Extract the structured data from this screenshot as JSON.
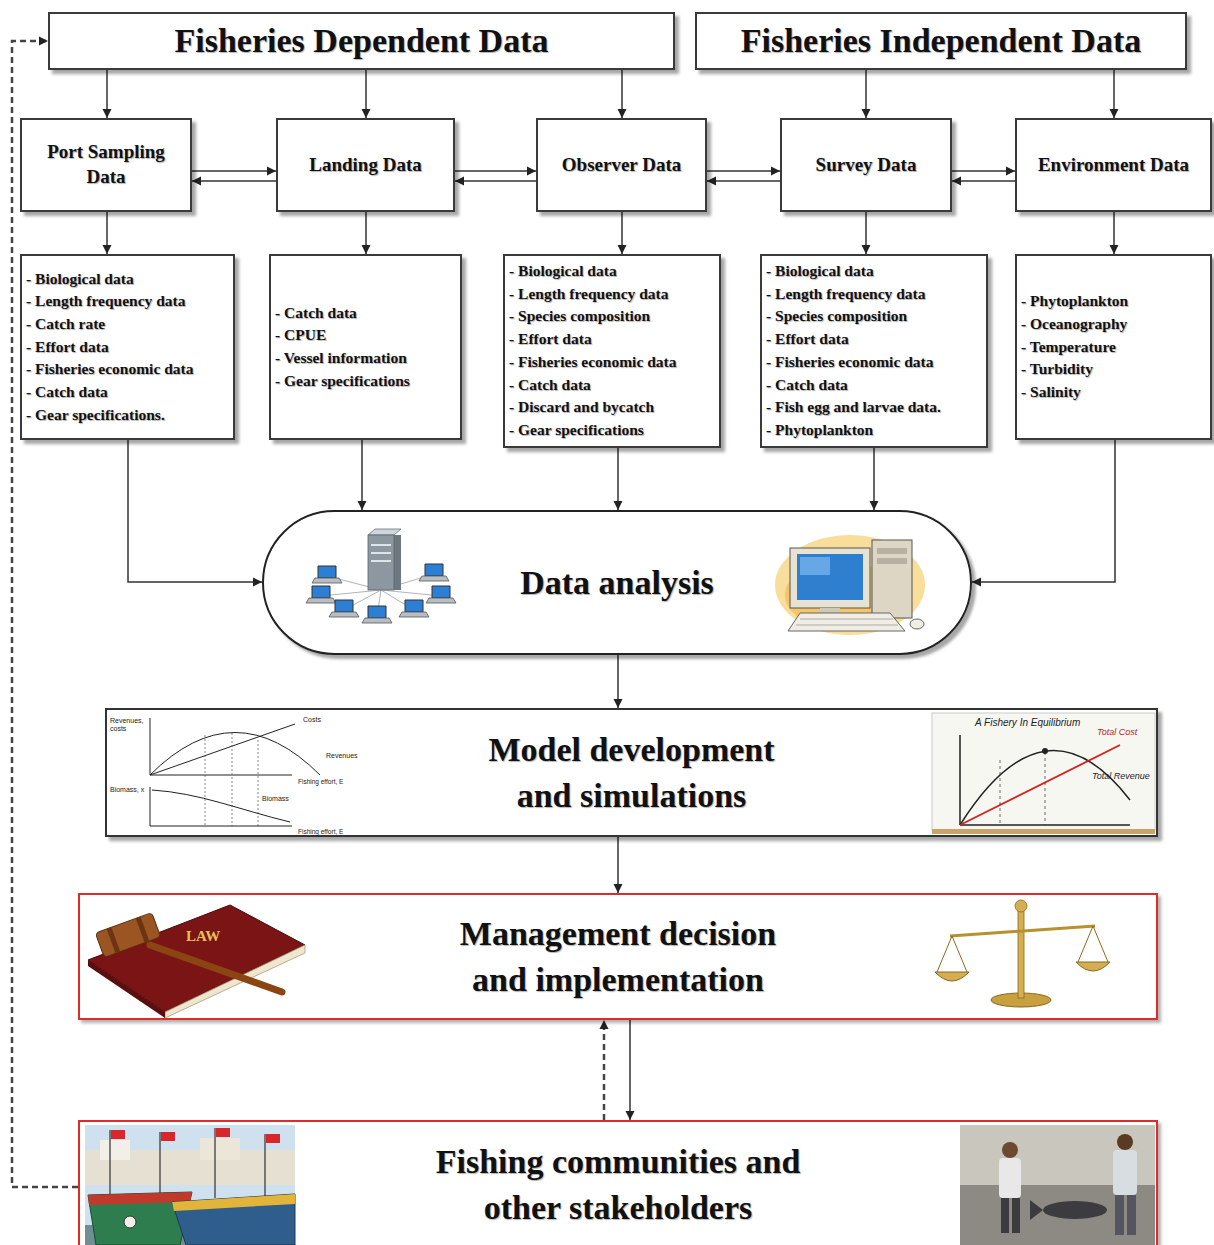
{
  "diagram": {
    "nodes": [
      {
        "text": [
          "Fisheries Dependent Data"
        ]
      },
      {
        "text": [
          "Fisheries Independent Data"
        ]
      },
      {
        "text": [
          "Port Sampling Data"
        ]
      },
      {
        "text": [
          "Landing Data"
        ]
      },
      {
        "text": [
          "Observer Data"
        ]
      },
      {
        "text": [
          "Survey Data"
        ]
      },
      {
        "text": [
          "Environment Data"
        ]
      },
      {
        "text": [
          "- Biological data",
          "- Length frequency data",
          "- Catch rate",
          "- Effort data",
          "- Fisheries economic data",
          "- Catch data",
          "- Gear specifications."
        ]
      },
      {
        "text": [
          "- Catch data",
          "- CPUE",
          "- Vessel information",
          "- Gear specifications"
        ]
      },
      {
        "text": [
          "- Biological data",
          "- Length frequency data",
          "- Species composition",
          "- Effort data",
          "- Fisheries economic data",
          "- Catch data",
          "- Discard and bycatch",
          "- Gear specifications"
        ]
      },
      {
        "text": [
          "- Biological data",
          "- Length frequency data",
          "- Species composition",
          "- Effort data",
          "- Fisheries economic data",
          "- Catch data",
          "- Fish egg and larvae data.",
          "- Phytoplankton"
        ]
      },
      {
        "text": [
          "- Phytoplankton",
          "- Oceanography",
          "- Temperature",
          "- Turbidity",
          "- Salinity"
        ]
      },
      {
        "text": [
          "Data analysis"
        ]
      },
      {
        "text": [
          "Model development and simulations"
        ]
      },
      {
        "text": [
          "Management decision and implementation"
        ]
      },
      {
        "text": [
          "Fishing communities and other stakeholders"
        ]
      }
    ],
    "edges": [
      {
        "from": 0,
        "to": 2,
        "arrow": "to"
      },
      {
        "from": 0,
        "to": 3,
        "arrow": "to"
      },
      {
        "from": 0,
        "to": 4,
        "arrow": "to"
      },
      {
        "from": 1,
        "to": 5,
        "arrow": "to"
      },
      {
        "from": 1,
        "to": 6,
        "arrow": "to"
      },
      {
        "from": 2,
        "to": 3,
        "arrow": "both"
      },
      {
        "from": 3,
        "to": 4,
        "arrow": "both"
      },
      {
        "from": 4,
        "to": 5,
        "arrow": "both"
      },
      {
        "from": 5,
        "to": 6,
        "arrow": "both"
      },
      {
        "from": 2,
        "to": 7,
        "arrow": "to"
      },
      {
        "from": 3,
        "to": 8,
        "arrow": "to"
      },
      {
        "from": 4,
        "to": 9,
        "arrow": "to"
      },
      {
        "from": 5,
        "to": 10,
        "arrow": "to"
      },
      {
        "from": 6,
        "to": 11,
        "arrow": "to"
      },
      {
        "from": 7,
        "to": 12,
        "arrow": "to"
      },
      {
        "from": 8,
        "to": 12,
        "arrow": "to"
      },
      {
        "from": 9,
        "to": 12,
        "arrow": "to"
      },
      {
        "from": 10,
        "to": 12,
        "arrow": "to"
      },
      {
        "from": 11,
        "to": 12,
        "arrow": "to"
      },
      {
        "from": 12,
        "to": 13,
        "arrow": "to"
      },
      {
        "from": 13,
        "to": 14,
        "arrow": "to"
      },
      {
        "from": 14,
        "to": 15,
        "arrow": "to"
      },
      {
        "from": 15,
        "to": 14,
        "arrow": "to"
      },
      {
        "from": 15,
        "to": 0,
        "arrow": "to"
      }
    ],
    "labels": [
      "Revenues, costs",
      "Costs",
      "Revenues",
      "Fishing effort, E",
      "Biomass, x",
      "Biomass",
      "Fishing effort, E",
      "A Fishery In Equilibrium",
      "Total Cost",
      "Total Revenue",
      "LAW"
    ]
  }
}
